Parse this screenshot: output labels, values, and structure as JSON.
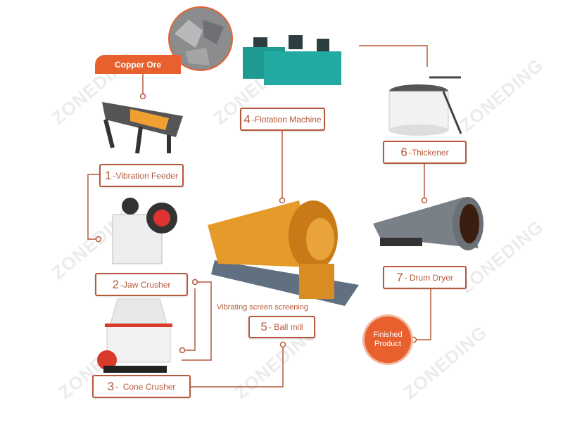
{
  "title_banner": "Copper Ore",
  "watermark": "ZONEDING",
  "steps": [
    {
      "num": "1",
      "label": "-Vibration Feeder"
    },
    {
      "num": "2",
      "label": "-Jaw Crusher"
    },
    {
      "num": "3",
      "label": "-  Cone Crusher"
    },
    {
      "num": "4",
      "label": "-Flotation Machine"
    },
    {
      "num": "5",
      "label": "- Ball mill"
    },
    {
      "num": "6",
      "label": "-Thickener"
    },
    {
      "num": "7",
      "label": "- Drum Dryer"
    }
  ],
  "caption": "Vibrating screen screening",
  "finished": "Finished Product",
  "colors": {
    "accent": "#e7602e",
    "line": "#b5593c"
  }
}
